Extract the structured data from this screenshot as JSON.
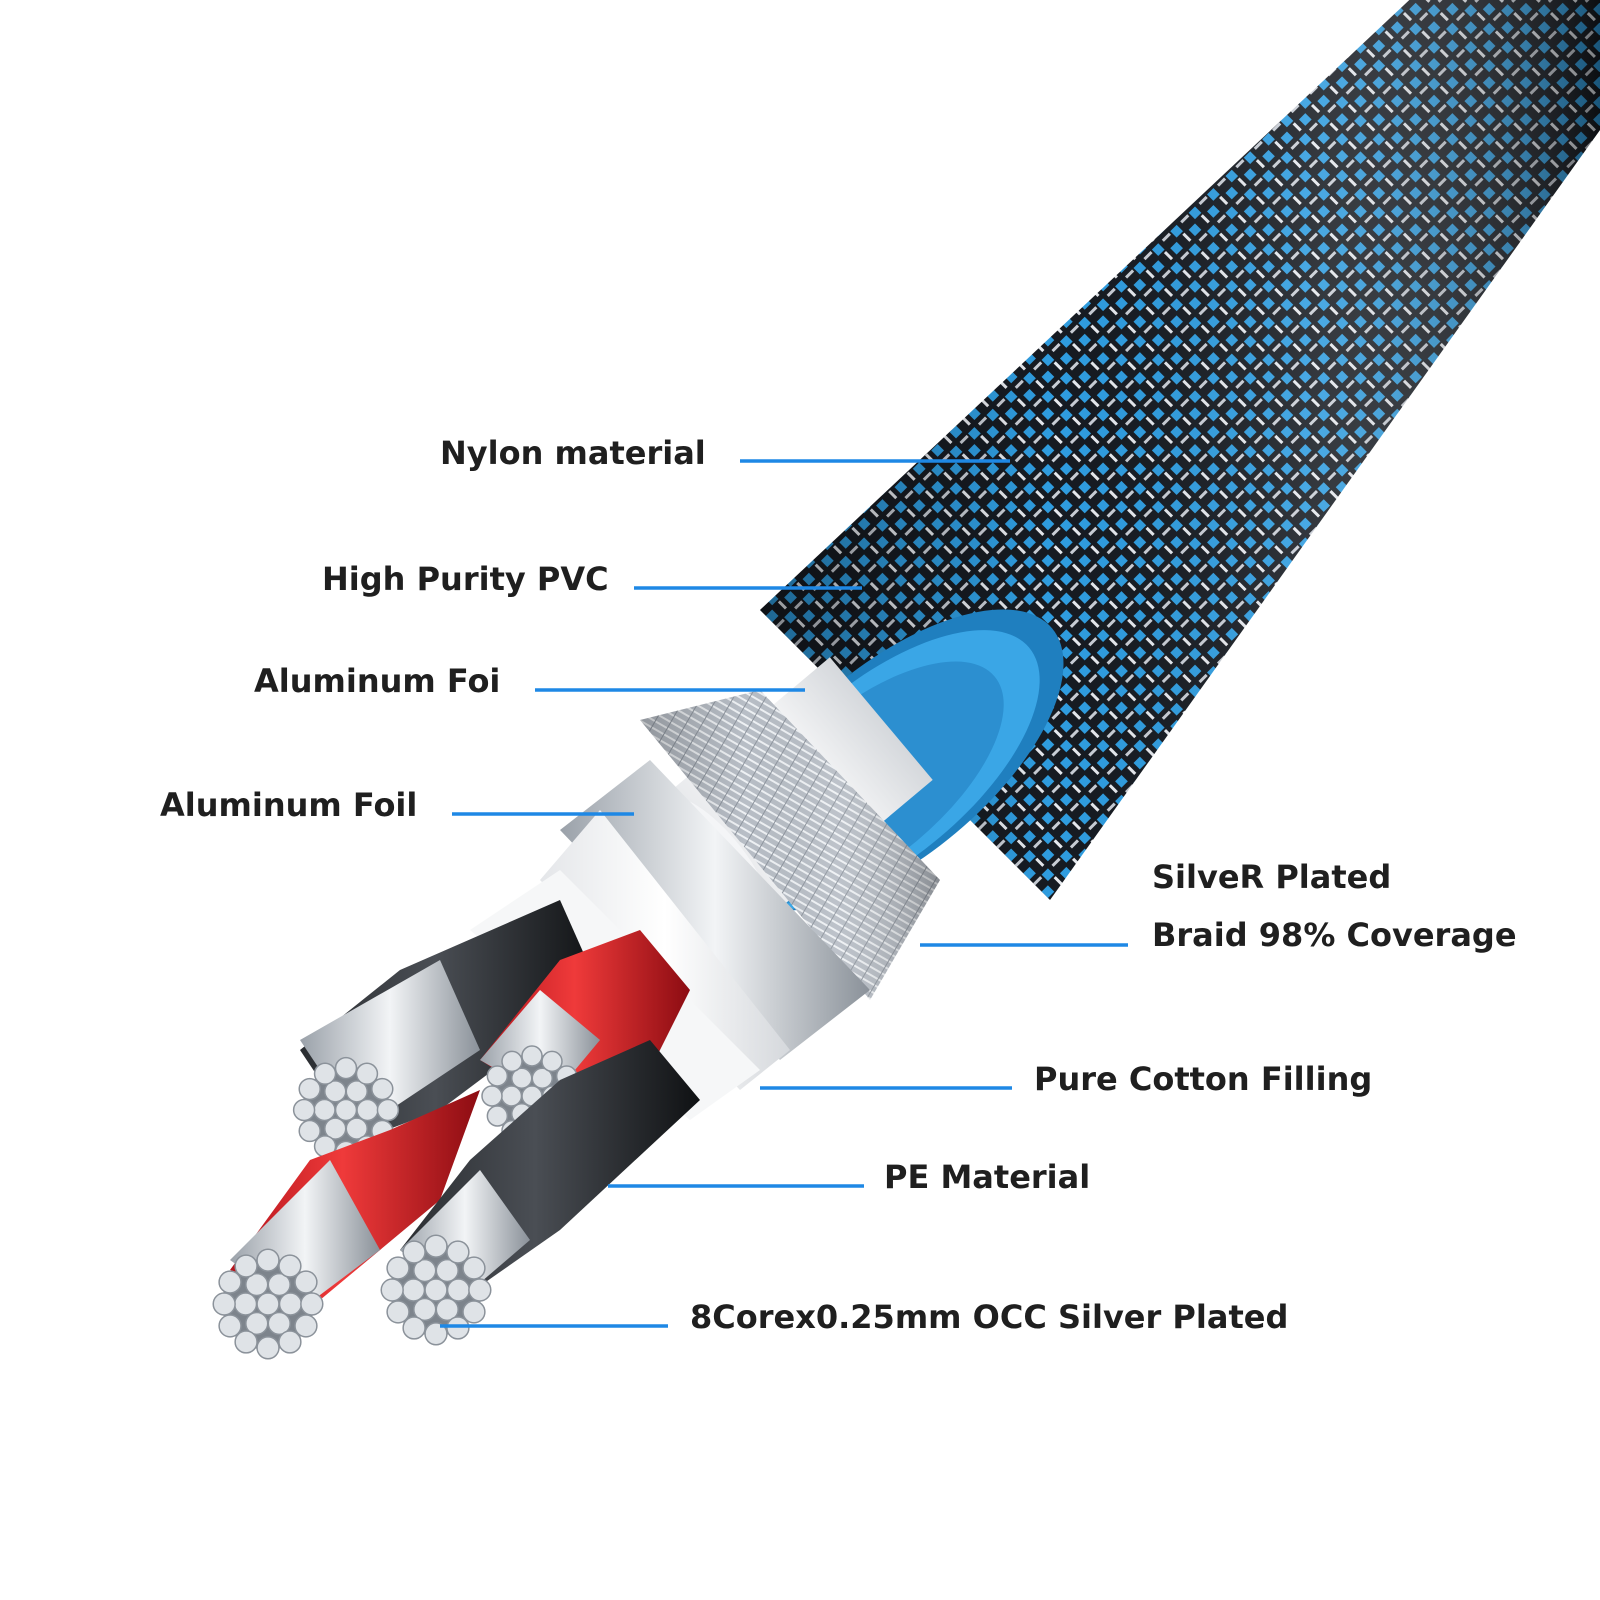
{
  "colors": {
    "leader": "#1e88e5",
    "label_text": "#1f1f1f",
    "braid_blue": "#2f9de0",
    "braid_dark": "#1a1f26",
    "pvc_ring": "#2f9de0"
  },
  "labels": {
    "nylon": "Nylon material",
    "pvc": "High Purity PVC",
    "foil_outer": "Aluminum Foi",
    "foil_inner": "Aluminum Foil",
    "silver_braid_line1": "SilveR Plated",
    "silver_braid_line2": "Braid 98% Coverage",
    "cotton": "Pure Cotton Filling",
    "pe": "PE Material",
    "conductor": "8Corex0.25mm OCC Silver Plated"
  }
}
